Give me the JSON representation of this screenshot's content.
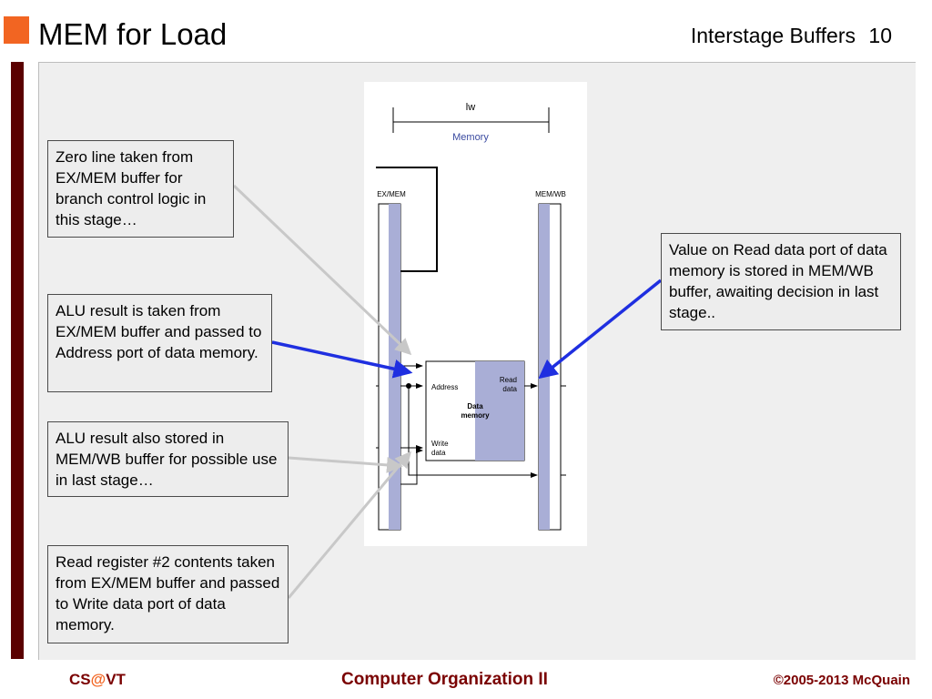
{
  "header": {
    "title": "MEM for Load",
    "section": "Interstage Buffers",
    "page_number": "10"
  },
  "diagram": {
    "instruction_label": "lw",
    "stage_label": "Memory",
    "buffer_left_label": "EX/MEM",
    "buffer_right_label": "MEM/WB",
    "memory_unit": {
      "name_line1": "Data",
      "name_line2": "memory",
      "port_address": "Address",
      "port_read_line1": "Read",
      "port_read_line2": "data",
      "port_write_line1": "Write",
      "port_write_line2": "data"
    },
    "colors": {
      "buffer_fill": "#a9aed6",
      "arrow_blue": "#1f2fe0",
      "arrow_gray": "#c8c8c8",
      "stage_label": "#3a4aa0"
    }
  },
  "callouts": [
    {
      "id": "zero-line",
      "text": "Zero line taken from EX/MEM buffer for branch control logic in this stage…"
    },
    {
      "id": "alu-result-address",
      "text": "ALU result is taken from EX/MEM buffer and passed to Address port of data memory."
    },
    {
      "id": "alu-result-stored",
      "text": "ALU result also stored in MEM/WB buffer for possible use in last stage…"
    },
    {
      "id": "read-register-2",
      "text": "Read register #2 contents taken from EX/MEM buffer and passed to Write data port of data memory."
    },
    {
      "id": "read-data-stored",
      "text": "Value on Read data port of data memory is stored in MEM/WB buffer, awaiting decision in last stage.."
    }
  ],
  "footer": {
    "left_prefix": "CS",
    "left_at": "@",
    "left_suffix": "VT",
    "center": "Computer Organization II",
    "right": "©2005-2013 McQuain"
  }
}
